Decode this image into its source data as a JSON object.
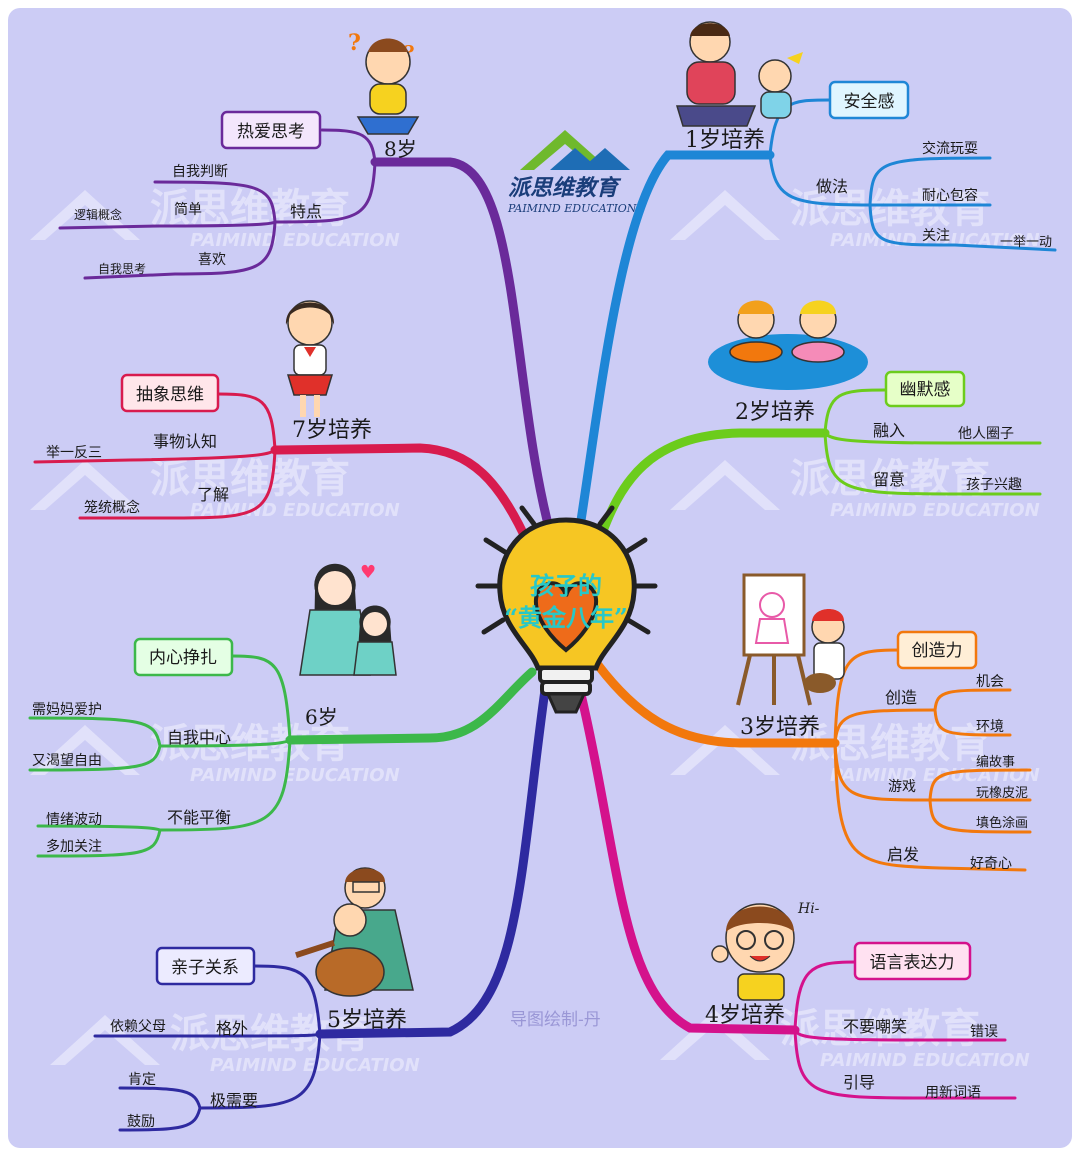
{
  "center": {
    "line1": "孩子的",
    "line2": "“黄金八年”"
  },
  "brand": {
    "name": "派思维教育",
    "en": "PAIMIND EDUCATION"
  },
  "watermark": {
    "name": "派思维教育",
    "en": "PAIMIND EDUCATION"
  },
  "credit": "导图绘制-丹",
  "hi": "Hi-",
  "colors": {
    "bg": "#ccccf5",
    "age1": "#1e86d6",
    "age2": "#6ccc1c",
    "age3": "#f2780d",
    "age4": "#d4128c",
    "age5": "#2e2aa0",
    "age6": "#3cb84a",
    "age7": "#d81b4e",
    "age8": "#6a2a9a",
    "bulb": "#f6c623"
  },
  "branches": {
    "age1": {
      "label": "1岁培养",
      "box": "安全感",
      "practice": "做法",
      "items": [
        "交流玩耍",
        "耐心包容",
        "关注",
        "一举一动"
      ]
    },
    "age2": {
      "label": "2岁培养",
      "box": "幽默感",
      "sub1": "融入",
      "sub1_item": "他人圈子",
      "sub2": "留意",
      "sub2_item": "孩子兴趣"
    },
    "age3": {
      "label": "3岁培养",
      "box": "创造力",
      "sub1": "创造",
      "sub1_items": [
        "机会",
        "环境"
      ],
      "sub2": "游戏",
      "sub2_items": [
        "编故事",
        "玩橡皮泥",
        "填色涂画"
      ],
      "sub3": "启发",
      "sub3_item": "好奇心"
    },
    "age4": {
      "label": "4岁培养",
      "box": "语言表达力",
      "sub1": "不要嘲笑",
      "sub1_item": "错误",
      "sub2": "引导",
      "sub2_item": "用新词语"
    },
    "age5": {
      "label": "5岁培养",
      "box": "亲子关系",
      "sub1": "格外",
      "sub1_item": "依赖父母",
      "sub2": "极需要",
      "sub2_items": [
        "肯定",
        "鼓励"
      ]
    },
    "age6": {
      "label": "6岁",
      "box": "内心挣扎",
      "sub1": "自我中心",
      "sub1_items": [
        "需妈妈爱护",
        "又渴望自由"
      ],
      "sub2": "不能平衡",
      "sub2_items": [
        "情绪波动",
        "多加关注"
      ]
    },
    "age7": {
      "label": "7岁培养",
      "box": "抽象思维",
      "sub1": "事物认知",
      "sub1_item": "举一反三",
      "sub2": "了解",
      "sub2_item": "笼统概念"
    },
    "age8": {
      "label": "8岁",
      "box": "热爱思考",
      "sub": "特点",
      "items": [
        "自我判断",
        "简单",
        "逻辑概念",
        "喜欢",
        "自我思考"
      ]
    }
  }
}
